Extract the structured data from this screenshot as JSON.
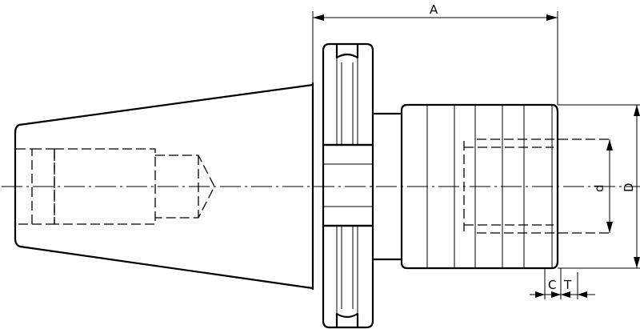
{
  "dimensions": {
    "A": "A",
    "D": "D",
    "d": "d",
    "C": "C",
    "T": "T"
  }
}
